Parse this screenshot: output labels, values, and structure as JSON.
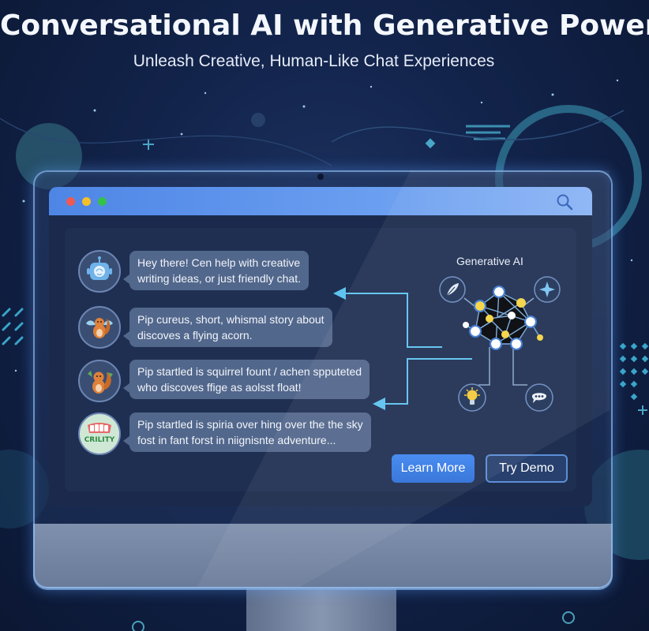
{
  "hero": {
    "title": "Conversational AI with Generative Power",
    "subtitle": "Unleash Creative, Human-Like Chat Experiences"
  },
  "window": {
    "controls": [
      "close",
      "minimize",
      "maximize"
    ],
    "control_colors": [
      "#ee5a52",
      "#f5c02a",
      "#35c24b"
    ],
    "search_icon": "search-icon"
  },
  "chat": {
    "messages": [
      {
        "avatar": "robot-brain-icon",
        "text": "Hey there! Cen help with creative\nwriting ideas, or just friendly chat."
      },
      {
        "avatar": "flying-squirrel-icon",
        "text": "Pip cureus, short, whismal story about\ndiscoves a flying acorn."
      },
      {
        "avatar": "squirrel-icon",
        "text": "Pip startled is squirrel fount / achen spputeted\nwho discoves ffige as aolsst float!"
      },
      {
        "avatar": "crility-teeth-icon",
        "avatar_text": "CRILITY",
        "text": "Pip startled is spiria over hing over the the sky\nfost in fant forst in niignisnte adventure..."
      }
    ]
  },
  "generative": {
    "label": "Generative AI",
    "icons": [
      "feather-icon",
      "sparkle-icon",
      "lightbulb-icon",
      "chat-bubble-icon"
    ]
  },
  "actions": {
    "learn_more": "Learn More",
    "try_demo": "Try Demo"
  },
  "colors": {
    "background": "#12234a",
    "accent_blue": "#3f86f0",
    "glow": "#5ab0ff",
    "node_yellow": "#f5d442"
  }
}
